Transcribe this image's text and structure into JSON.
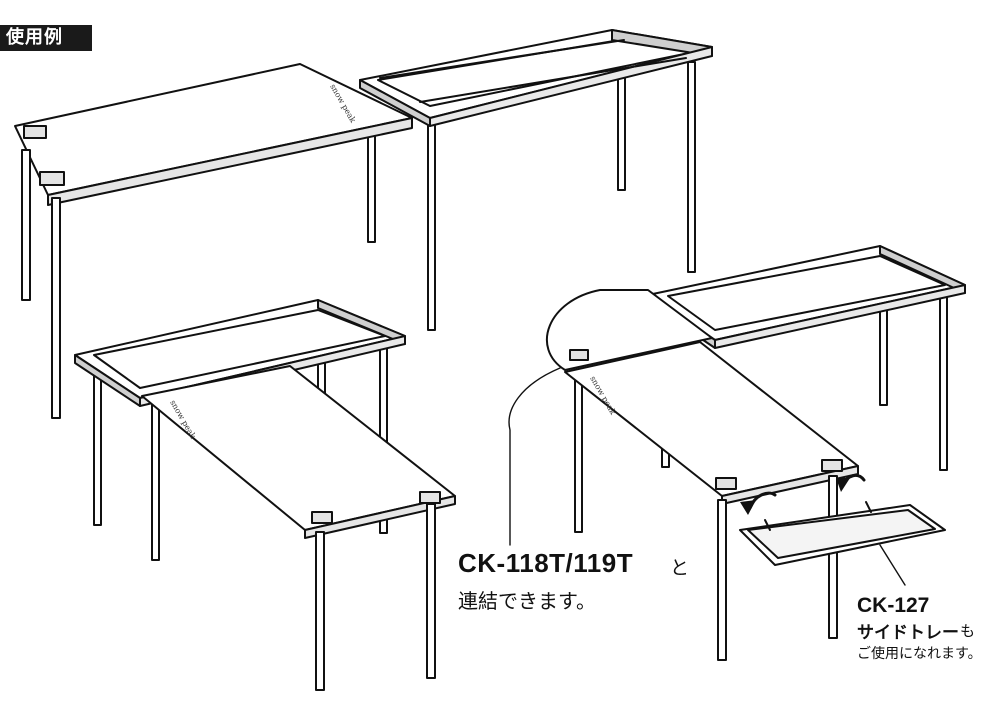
{
  "badge": {
    "label": "使用例"
  },
  "callouts": {
    "link": {
      "model": "CK-118T/119T",
      "particle": "と",
      "text": "連結できます。"
    },
    "tray": {
      "model": "CK-127",
      "name": "サイドトレー",
      "particle": "も",
      "text": "ご使用になれます。"
    }
  },
  "brand_mark": "snow peak",
  "colors": {
    "ink": "#111111",
    "fill": "#ffffff",
    "frame": "#bdbdbd"
  }
}
